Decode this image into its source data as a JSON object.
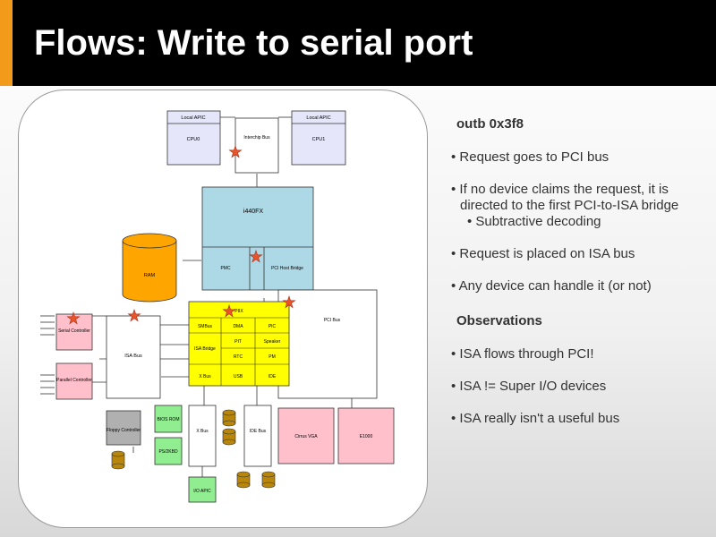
{
  "slide": {
    "title": "Flows: Write to serial port"
  },
  "diagram": {
    "labels": {
      "local_apic_0": "Local APIC",
      "cpu0": "CPU0",
      "local_apic_1": "Local APIC",
      "cpu1": "CPU1",
      "interchip_bus": "Interchip Bus",
      "i440fx": "i440FX",
      "pmc": "PMC",
      "pci_host_bridge": "PCI Host Bridge",
      "ram": "RAM",
      "pci_bus": "PCI Bus",
      "piix": "PIIX",
      "smbus": "SMBus",
      "dma": "DMA",
      "pic": "PIC",
      "isa_bridge": "ISA Bridge",
      "pit": "PIT",
      "speaker": "Speaker",
      "rtc": "RTC",
      "pm": "PM",
      "x_bus_cell": "X Bus",
      "usb": "USB",
      "ide": "IDE",
      "isa_bus": "ISA Bus",
      "serial_controller": "Serial Controller",
      "parallel_controller": "Parallel Controller",
      "floppy_controller": "Floppy Controller",
      "bios_rom": "BIOS ROM",
      "ps2kbd": "PS/2KBD",
      "x_bus": "X Bus",
      "ide_bus": "IDE Bus",
      "io_apic": "I/O APIC",
      "cirrus_vga": "Cirrus VGA",
      "e1000": "E1000"
    }
  },
  "notes": {
    "heading1": "outb 0x3f8",
    "b1": "Request goes to PCI bus",
    "b2_line1": "If no device claims the request, it is",
    "b2_line2": "directed to the first PCI-to-ISA bridge",
    "b2_sub": "Subtractive decoding",
    "b3": "Request is placed on ISA bus",
    "b4": "Any device can handle it (or not)",
    "heading2": "Observations",
    "b5": "ISA flows through PCI!",
    "b6": "ISA != Super I/O devices",
    "b7": "ISA really isn't a useful bus"
  },
  "colors": {
    "title_background": "#000000",
    "title_accent": "#f29a1a",
    "cpu_box": "#e6e6fa",
    "northbridge": "#add8e6",
    "ram": "#ffa500",
    "southbridge": "#ffff00",
    "pink_device": "#ffc0cb",
    "green_device": "#90ee90",
    "gray_device": "#b0b0b0",
    "disk": "#b8860b",
    "star": "#e8552a"
  }
}
